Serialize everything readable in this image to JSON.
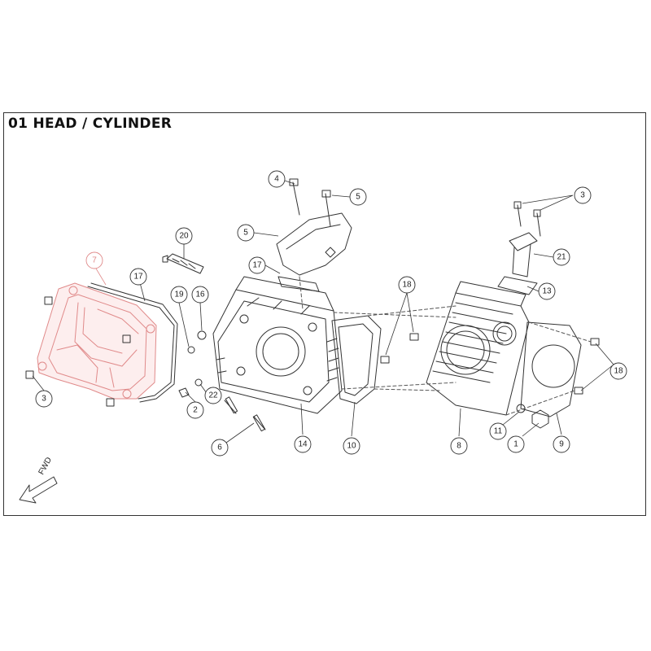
{
  "title": "01 HEAD / CYLINDER",
  "direction_label": "FWD",
  "colors": {
    "line": "#333333",
    "highlight": "#e08a8a",
    "highlight_fill": "#fbe3e3"
  },
  "callouts": [
    {
      "id": "c1",
      "label": "7",
      "highlight": true
    },
    {
      "id": "c2",
      "label": "17"
    },
    {
      "id": "c3",
      "label": "20"
    },
    {
      "id": "c4",
      "label": "19"
    },
    {
      "id": "c5",
      "label": "16"
    },
    {
      "id": "c6",
      "label": "4"
    },
    {
      "id": "c7",
      "label": "5"
    },
    {
      "id": "c8",
      "label": "5"
    },
    {
      "id": "c9",
      "label": "17"
    },
    {
      "id": "c10",
      "label": "18"
    },
    {
      "id": "c11",
      "label": "3"
    },
    {
      "id": "c12",
      "label": "21"
    },
    {
      "id": "c13",
      "label": "13"
    },
    {
      "id": "c14",
      "label": "3"
    },
    {
      "id": "c15",
      "label": "2"
    },
    {
      "id": "c16",
      "label": "22"
    },
    {
      "id": "c17",
      "label": "6"
    },
    {
      "id": "c18",
      "label": "14"
    },
    {
      "id": "c19",
      "label": "10"
    },
    {
      "id": "c20",
      "label": "8"
    },
    {
      "id": "c21",
      "label": "11"
    },
    {
      "id": "c22",
      "label": "1"
    },
    {
      "id": "c23",
      "label": "9"
    },
    {
      "id": "c24",
      "label": "18"
    }
  ]
}
